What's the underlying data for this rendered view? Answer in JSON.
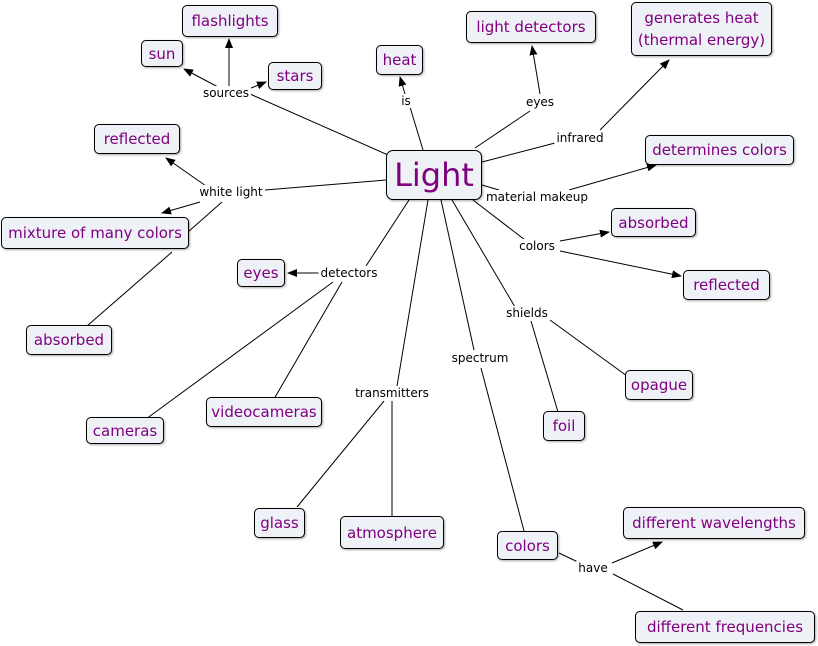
{
  "nodes": {
    "light": "Light",
    "heat": "heat",
    "light_detectors": "light detectors",
    "generates_heat": "generates heat\n(thermal energy)",
    "flashlights": "flashlights",
    "sun": "sun",
    "stars": "stars",
    "reflected_left": "reflected",
    "mixture": "mixture of many colors",
    "absorbed_left": "absorbed",
    "determines_colors": "determines colors",
    "absorbed_right": "absorbed",
    "reflected_right": "reflected",
    "eyes": "eyes",
    "opague": "opague",
    "foil": "foil",
    "videocameras": "videocameras",
    "cameras": "cameras",
    "glass": "glass",
    "atmosphere": "atmosphere",
    "colors": "colors",
    "different_wavelengths": "different wavelengths",
    "different_frequencies": "different frequencies"
  },
  "labels": {
    "sources": "sources",
    "is": "is",
    "eyes": "eyes",
    "infrared": "infrared",
    "white_light": "white light",
    "material_makeup": "material makeup",
    "colors": "colors",
    "detectors": "detectors",
    "shields": "shields",
    "spectrum": "spectrum",
    "transmitters": "transmitters",
    "have": "have"
  },
  "colors": {
    "node_text": "#800080",
    "node_fill": "#eef2f7",
    "line": "#000000"
  }
}
